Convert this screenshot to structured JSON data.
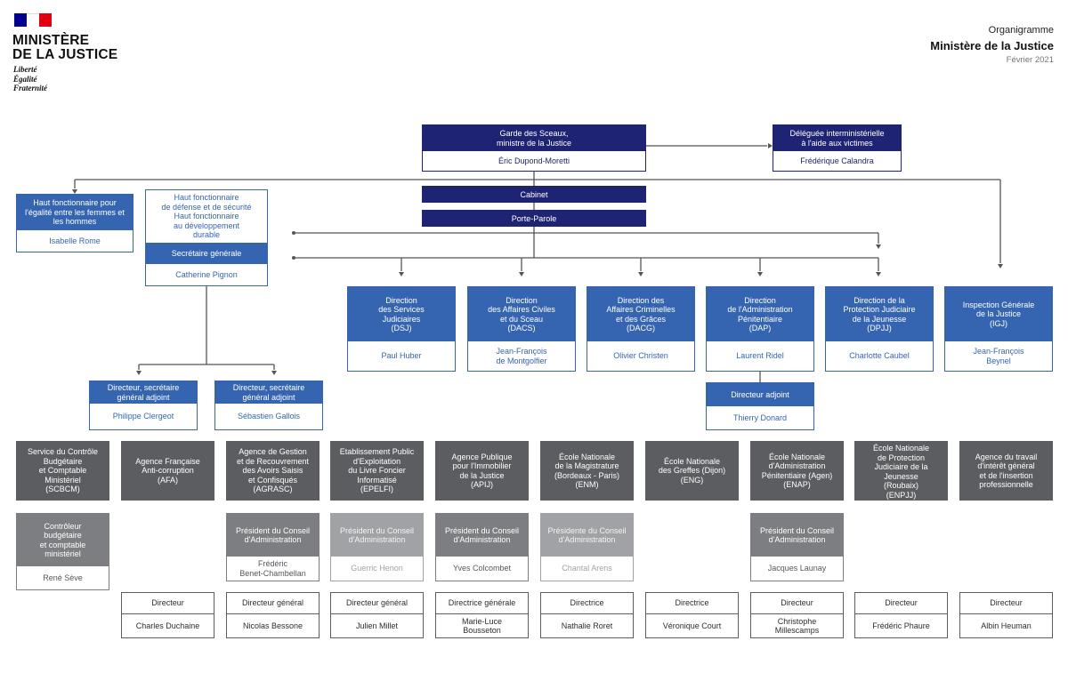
{
  "logo": {
    "line1": "MINISTÈRE",
    "line2": "DE LA JUSTICE",
    "motto": [
      "Liberté",
      "Égalité",
      "Fraternité"
    ],
    "flag_colors": [
      "#000091",
      "#ffffff",
      "#e1000f"
    ]
  },
  "header": {
    "kicker": "Organigramme",
    "title": "Ministère de la Justice",
    "date": "Février 2021"
  },
  "colors": {
    "navy": "#1f2373",
    "blue": "#3565b0",
    "dark_grey": "#5b5d61",
    "mid_grey": "#7c7e82",
    "light_grey": "#a0a2a6",
    "line": "#555555"
  },
  "top": {
    "garde": {
      "title": "Garde des Sceaux,\nministre de la Justice",
      "name": "Éric Dupond-Moretti"
    },
    "deleguee": {
      "title": "Déléguée interministérielle\nà l'aide aux victimes",
      "name": "Frédérique Calandra"
    },
    "cabinet": "Cabinet",
    "porte_parole": "Porte-Parole"
  },
  "left": {
    "egalite": {
      "title": "Haut fonctionnaire pour\nl'égalité entre les femmes et\nles hommes",
      "name": "Isabelle Rome"
    },
    "defense": {
      "title": "Haut fonctionnaire\nde défense et de sécurité\nHaut fonctionnaire\nau développement\ndurable"
    },
    "sg": {
      "title": "Secrétaire générale",
      "name": "Catherine Pignon"
    },
    "adjoint1": {
      "title": "Directeur, secrétaire\ngénéral adjoint",
      "name": "Philippe Clergeot"
    },
    "adjoint2": {
      "title": "Directeur, secrétaire\ngénéral adjoint",
      "name": "Sébastien Gallois"
    }
  },
  "directions": [
    {
      "title": "Direction\ndes Services\nJudiciaires\n(DSJ)",
      "name": "Paul Huber"
    },
    {
      "title": "Direction\ndes Affaires Civiles\net du Sceau\n(DACS)",
      "name": "Jean-François\nde Montgolfier"
    },
    {
      "title": "Direction des\nAffaires Criminelles\net des Grâces\n(DACG)",
      "name": "Olivier Christen"
    },
    {
      "title": "Direction\nde l'Administration\nPénitentiaire\n(DAP)",
      "name": "Laurent Ridel"
    },
    {
      "title": "Direction de la\nProtection Judiciaire\nde la Jeunesse\n(DPJJ)",
      "name": "Charlotte Caubel"
    },
    {
      "title": "Inspection Générale\nde la Justice\n(IGJ)",
      "name": "Jean-François\nBeynel"
    }
  ],
  "dap_adjoint": {
    "title": "Directeur adjoint",
    "name": "Thierry Donard"
  },
  "agencies": [
    "Service du Contrôle\nBudgétaire\net Comptable\nMinistériel\n(SCBCM)",
    "Agence Française\nAnti-corruption\n(AFA)",
    "Agence de Gestion\net de Recouvrement\ndes Avoirs Saisis\net Confisqués\n(AGRASC)",
    "Etablissement Public\nd'Exploitation\ndu Livre Foncier\nInformatisé\n(EPELFI)",
    "Agence Publique\npour l'Immobilier\nde la Justice\n(APIJ)",
    "École Nationale\nde la Magistrature\n(Bordeaux - Paris)\n(ENM)",
    "École Nationale\ndes Greffes (Dijon)\n(ENG)",
    "École Nationale\nd'Administration\nPénitentiaire (Agen)\n(ENAP)",
    "École Nationale\nde Protection\nJudiciaire de la Jeunesse\n(Roubaix)\n(ENPJJ)",
    "Agence du travail\nd'intérêt général\net de l'insertion\nprofessionnelle"
  ],
  "boards": [
    {
      "col": 0,
      "title": "Contrôleur\nbudgétaire\net comptable\nministériel",
      "name": "René Sève",
      "style": "mid"
    },
    {
      "col": 2,
      "title": "Président du Conseil\nd'Administration",
      "name": "Frédéric\nBenet-Chambellan",
      "style": "mid"
    },
    {
      "col": 3,
      "title": "Président du Conseil\nd'Administration",
      "name": "Guerric Henon",
      "style": "light"
    },
    {
      "col": 4,
      "title": "Président du Conseil\nd'Administration",
      "name": "Yves Colcombet",
      "style": "mid"
    },
    {
      "col": 5,
      "title": "Présidente du Conseil\nd'Administration",
      "name": "Chantal Arens",
      "style": "light"
    },
    {
      "col": 7,
      "title": "Président du Conseil\nd'Administration",
      "name": "Jacques Launay",
      "style": "mid"
    }
  ],
  "heads": [
    {
      "col": 1,
      "title": "Directeur",
      "name": "Charles Duchaine"
    },
    {
      "col": 2,
      "title": "Directeur général",
      "name": "Nicolas Bessone"
    },
    {
      "col": 3,
      "title": "Directeur général",
      "name": "Julien Millet"
    },
    {
      "col": 4,
      "title": "Directrice générale",
      "name": "Marie-Luce\nBousseton"
    },
    {
      "col": 5,
      "title": "Directrice",
      "name": "Nathalie Roret"
    },
    {
      "col": 6,
      "title": "Directrice",
      "name": "Véronique Court"
    },
    {
      "col": 7,
      "title": "Directeur",
      "name": "Christophe\nMillescamps"
    },
    {
      "col": 8,
      "title": "Directeur",
      "name": "Frédéric Phaure"
    },
    {
      "col": 9,
      "title": "Directeur",
      "name": "Albin Heuman"
    }
  ]
}
